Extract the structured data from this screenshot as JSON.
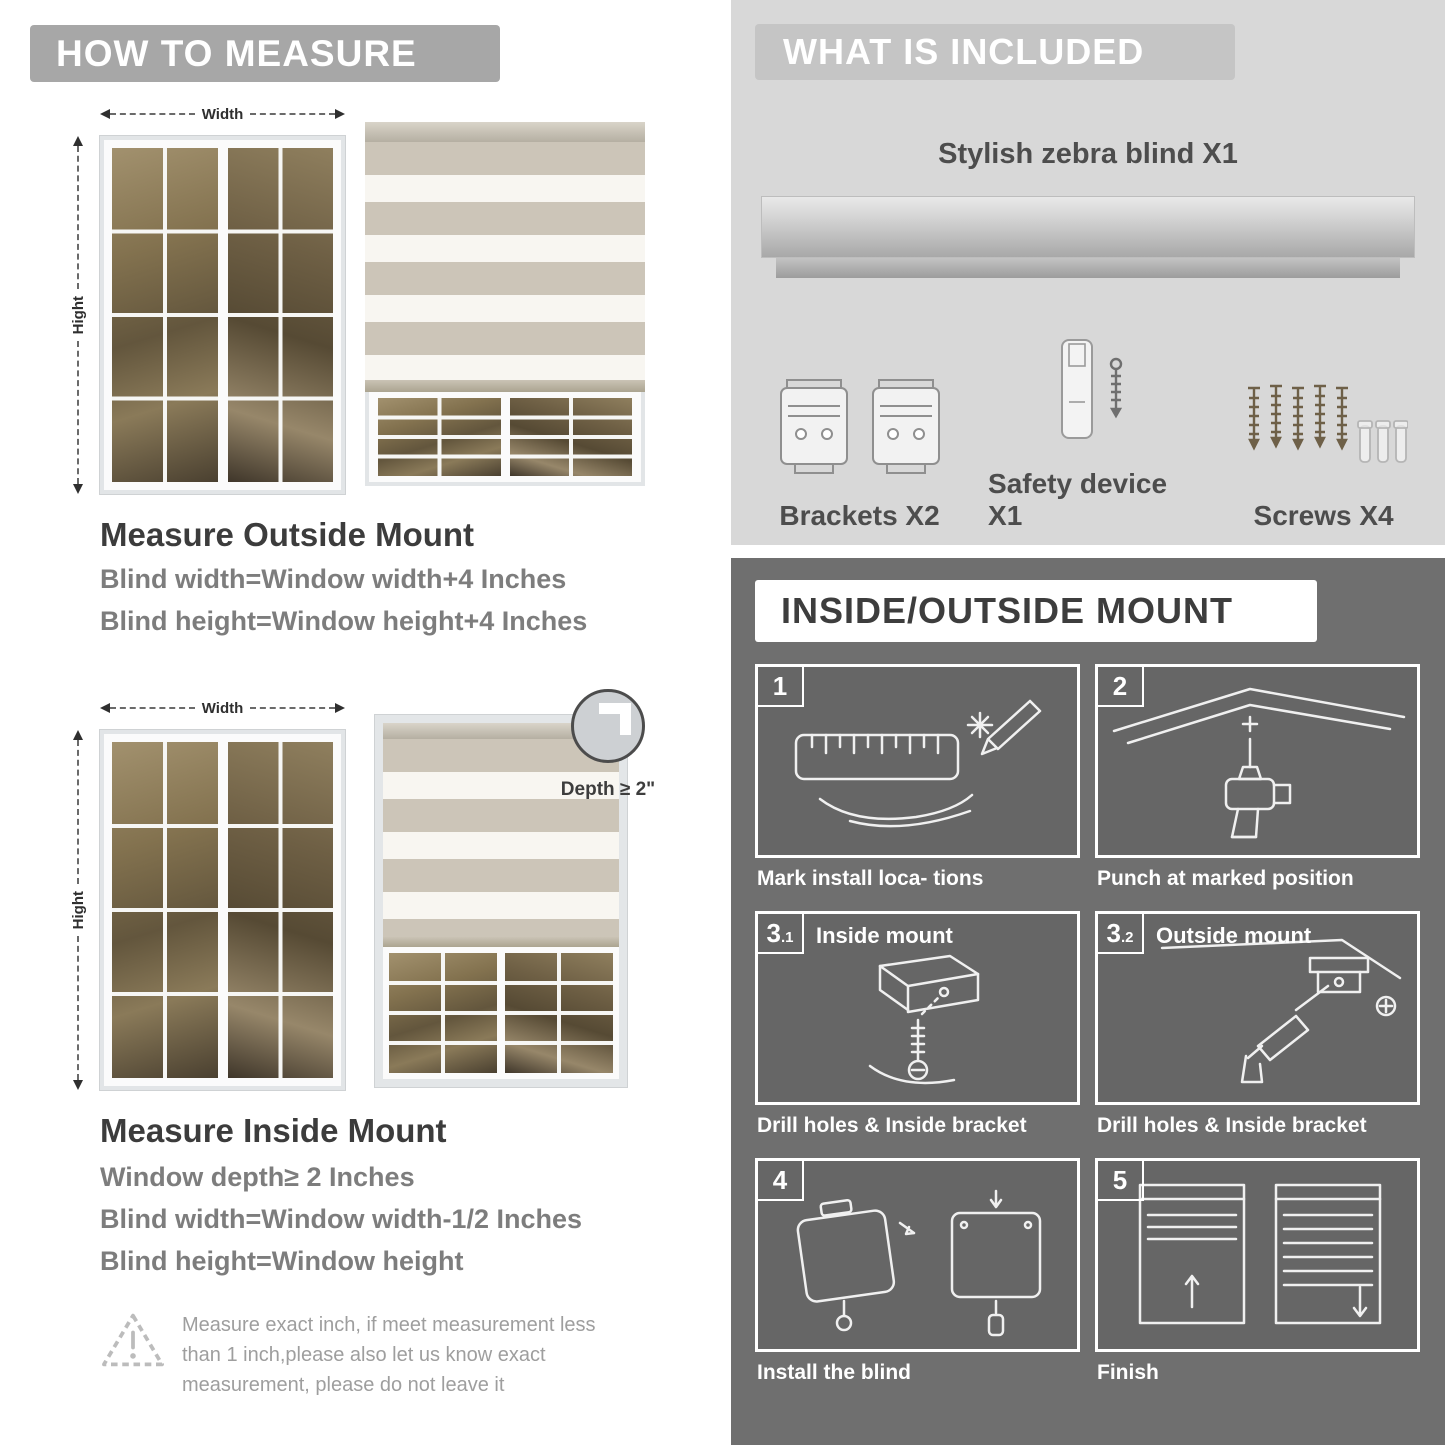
{
  "colors": {
    "left_header_bg": "#a7a7a7",
    "included_bg": "#d8d8d8",
    "included_header_bg": "#c5c5c5",
    "mount_bg": "#6f6f6f",
    "panel_border": "#ffffff",
    "zebra_stripe_gray": "#ccc5b8",
    "zebra_stripe_light": "#f8f6f1"
  },
  "how_to_measure": {
    "header": "HOW TO MEASURE",
    "labels": {
      "width": "Width",
      "height": "Hight"
    },
    "outside": {
      "title": "Measure Outside Mount",
      "lines": [
        "Blind width=Window width+4 Inches",
        "Blind height=Window height+4 Inches"
      ]
    },
    "inside": {
      "title": "Measure Inside Mount",
      "depth_callout": "Depth ≥ 2\"",
      "lines": [
        "Window depth≥ 2 Inches",
        "Blind width=Window width-1/2 Inches",
        "Blind height=Window height"
      ]
    },
    "warning": "Measure exact inch, if meet measurement less than 1 inch,please also let us know exact measurement, please do not leave it"
  },
  "included": {
    "header": "WHAT IS INCLUDED",
    "blind_label": "Stylish zebra blind X1",
    "items": [
      {
        "label": "Brackets X2"
      },
      {
        "label": "Safety device X1"
      },
      {
        "label": "Screws X4"
      }
    ]
  },
  "mount_guide": {
    "header": "INSIDE/OUTSIDE MOUNT",
    "steps": [
      {
        "num": "1",
        "caption": "Mark install loca- tions"
      },
      {
        "num": "2",
        "caption": "Punch at  marked position"
      },
      {
        "num": "3",
        "sub": ".1",
        "title": "Inside mount",
        "caption": "Drill holes &  Inside bracket"
      },
      {
        "num": "3",
        "sub": ".2",
        "title": "Outside mount",
        "caption": "Drill holes &  Inside bracket"
      },
      {
        "num": "4",
        "caption": "Install the blind"
      },
      {
        "num": "5",
        "caption": "Finish"
      }
    ]
  }
}
